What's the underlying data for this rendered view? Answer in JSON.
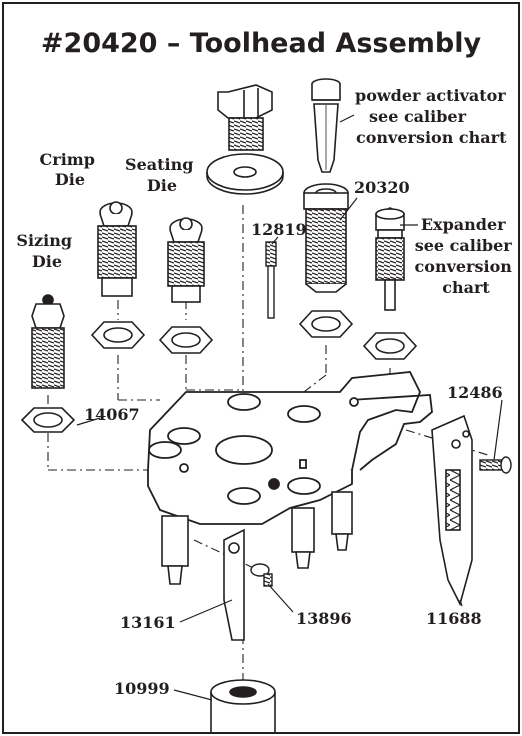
{
  "title": "#20420 – Toolhead Assembly",
  "colors": {
    "ink": "#231f20",
    "paper": "#ffffff",
    "shade": "#d9d9d9"
  },
  "labels": {
    "powder_activator": [
      "powder activator",
      "see caliber",
      "conversion chart"
    ],
    "crimp_die": [
      "Crimp",
      "Die"
    ],
    "seating_die": [
      "Seating",
      "Die"
    ],
    "sizing_die": [
      "Sizing",
      "Die"
    ],
    "expander": [
      "Expander",
      "see caliber",
      "conversion",
      "chart"
    ],
    "part_20320": "20320",
    "part_12819": "12819",
    "part_12486": "12486",
    "part_14067": "14067",
    "part_13161": "13161",
    "part_13896": "13896",
    "part_11688": "11688",
    "part_10999": "10999"
  }
}
